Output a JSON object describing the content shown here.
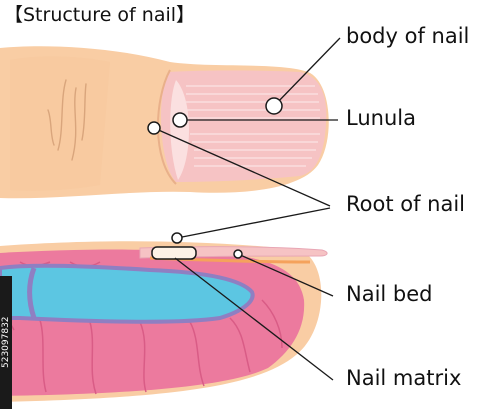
{
  "title": "【Structure of nail】",
  "labels": {
    "body": "body of nail",
    "lunula": "Lunula",
    "root": "Root of nail",
    "bed": "Nail bed",
    "matrix": "Nail matrix"
  },
  "stock_id": "523097832",
  "colors": {
    "skin": "#f9cda4",
    "skin_shade": "#f4bf95",
    "nail": "#f6c3c4",
    "lunula": "#fbe0e0",
    "pink_tissue": "#ec7a9e",
    "bone": "#5cc6e2",
    "bone_border": "#8f7fc2",
    "bed_line": "#f5a25c",
    "line": "#1a1a1a"
  }
}
